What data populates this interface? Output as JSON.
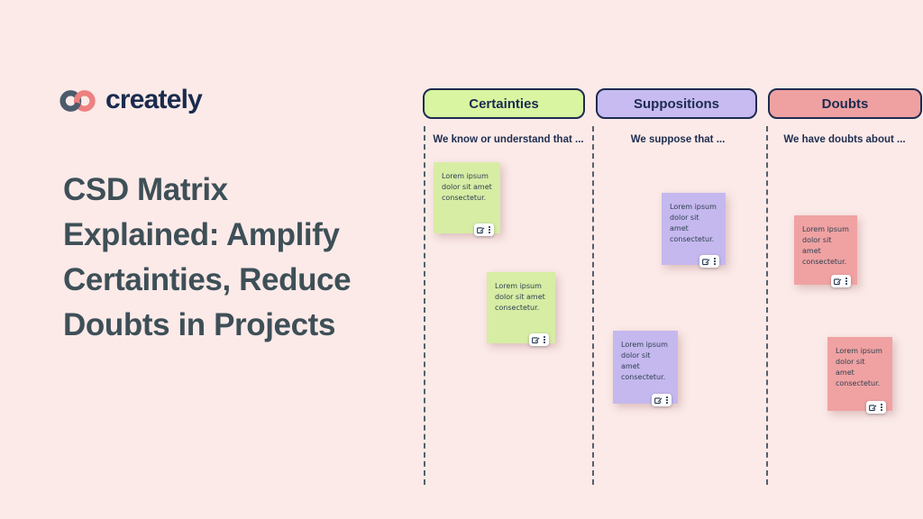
{
  "brand": {
    "name": "creately",
    "mark": {
      "left_ring_color": "#4C5B6C",
      "right_ring_color": "#EE8080",
      "icon": "interlocked-rings-logo"
    }
  },
  "headline": {
    "lines": [
      "CSD Matrix",
      "Explained: Amplify",
      "Certainties, Reduce",
      "Doubts in Projects"
    ],
    "color": "#3E4F57"
  },
  "board": {
    "columns": [
      {
        "label": "Certainties",
        "prompt": "We know or understand that ...",
        "pill_bg": "#D9F5A1",
        "note_bg": "#D7EDA4"
      },
      {
        "label": "Suppositions",
        "prompt": "We suppose that ...",
        "pill_bg": "#C7BBF1",
        "note_bg": "#C5B8EE"
      },
      {
        "label": "Doubts",
        "prompt": "We have doubts about ...",
        "pill_bg": "#EFA1A1",
        "note_bg": "#F0A2A2"
      }
    ],
    "pill_border_color": "#1D2B50",
    "divider_color": "#55606E",
    "note_text": "Lorem ipsum dolor sit amet consectetur.",
    "note_toolbar_icons": [
      "edit-icon",
      "kebab-menu-icon"
    ]
  },
  "colors": {
    "background": "#FBEAE8",
    "navy": "#1D2B50",
    "note_text": "#2E4052"
  }
}
